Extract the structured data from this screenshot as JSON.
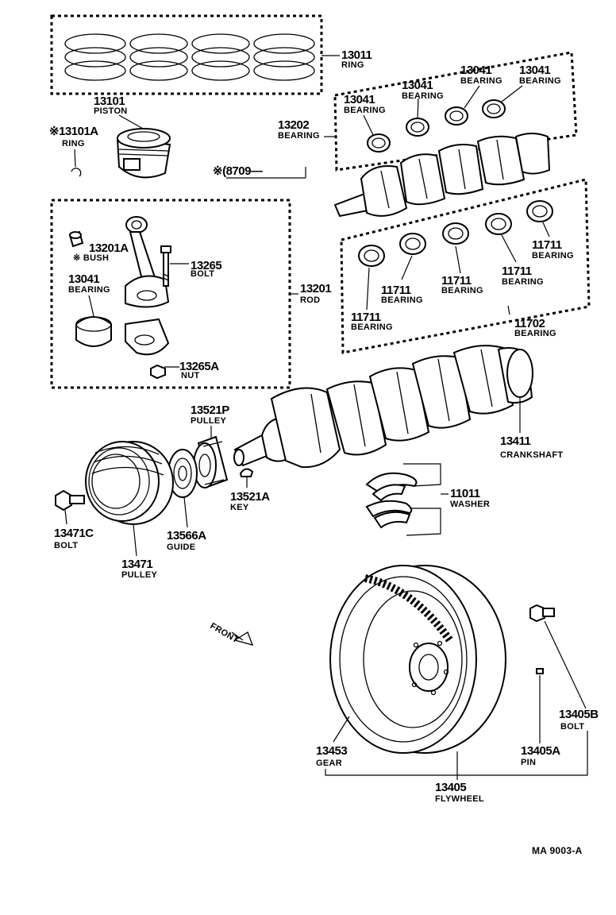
{
  "parts": {
    "p13011": {
      "no": "13011",
      "name": "RING"
    },
    "p13101": {
      "no": "13101",
      "name": "PISTON"
    },
    "p13101a": {
      "no": "※13101A",
      "name": "RING"
    },
    "p8709": {
      "no": "※(8709—"
    },
    "p13202": {
      "no": "13202",
      "name": "BEARING"
    },
    "p13041_a": {
      "no": "13041",
      "name": "BEARING"
    },
    "p13041_b": {
      "no": "13041",
      "name": "BEARING"
    },
    "p13041_c": {
      "no": "13041",
      "name": "BEARING"
    },
    "p13041_d": {
      "no": "13041",
      "name": "BEARING"
    },
    "p13201a": {
      "no": "13201A",
      "name": "※ BUSH"
    },
    "p13265": {
      "no": "13265",
      "name": "BOLT"
    },
    "p13041_rod": {
      "no": "13041",
      "name": "BEARING"
    },
    "p13201": {
      "no": "13201",
      "name": "ROD"
    },
    "p13265a": {
      "no": "13265A",
      "name": "NUT"
    },
    "p11711_a": {
      "no": "11711",
      "name": "BEARING"
    },
    "p11711_b": {
      "no": "11711",
      "name": "BEARING"
    },
    "p11711_c": {
      "no": "11711",
      "name": "BEARING"
    },
    "p11711_d": {
      "no": "11711",
      "name": "BEARING"
    },
    "p11711_e": {
      "no": "11711",
      "name": "BEARING"
    },
    "p11702": {
      "no": "11702",
      "name": "BEARING"
    },
    "p13521p": {
      "no": "13521P",
      "name": "PULLEY"
    },
    "p13411": {
      "no": "13411",
      "name": "CRANKSHAFT"
    },
    "p13521a": {
      "no": "13521A",
      "name": "KEY"
    },
    "p11011": {
      "no": "11011",
      "name": "WASHER"
    },
    "p13471c": {
      "no": "13471C",
      "name": "BOLT"
    },
    "p13566a": {
      "no": "13566A",
      "name": "GUIDE"
    },
    "p13471": {
      "no": "13471",
      "name": "PULLEY"
    },
    "p13405b": {
      "no": "13405B",
      "name": "BOLT"
    },
    "p13453": {
      "no": "13453",
      "name": "GEAR"
    },
    "p13405a": {
      "no": "13405A",
      "name": "PIN"
    },
    "p13405": {
      "no": "13405",
      "name": "FLYWHEEL"
    }
  },
  "front_label": "FRONT",
  "figure_code": "MA  9003-A"
}
